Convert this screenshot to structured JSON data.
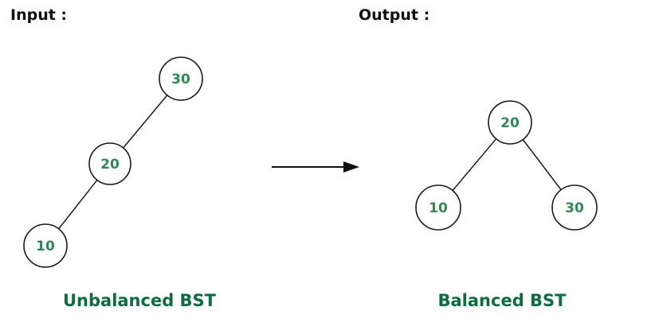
{
  "header": {
    "input_label": "Input :",
    "output_label": "Output :"
  },
  "colors": {
    "node_value_green": "#2E8B57",
    "caption_green": "#0B6E3F",
    "line_black": "#1a1a1a"
  },
  "input_tree": {
    "caption": "Unbalanced BST",
    "nodes": [
      {
        "id": "root",
        "value": "30"
      },
      {
        "id": "left-child",
        "value": "20"
      },
      {
        "id": "left-grandchild",
        "value": "10"
      }
    ],
    "edges": [
      [
        "30",
        "20"
      ],
      [
        "20",
        "10"
      ]
    ]
  },
  "output_tree": {
    "caption": "Balanced BST",
    "nodes": [
      {
        "id": "root",
        "value": "20"
      },
      {
        "id": "left-child",
        "value": "10"
      },
      {
        "id": "right-child",
        "value": "30"
      }
    ],
    "edges": [
      [
        "20",
        "10"
      ],
      [
        "20",
        "30"
      ]
    ]
  },
  "arrow": {
    "direction": "right"
  }
}
